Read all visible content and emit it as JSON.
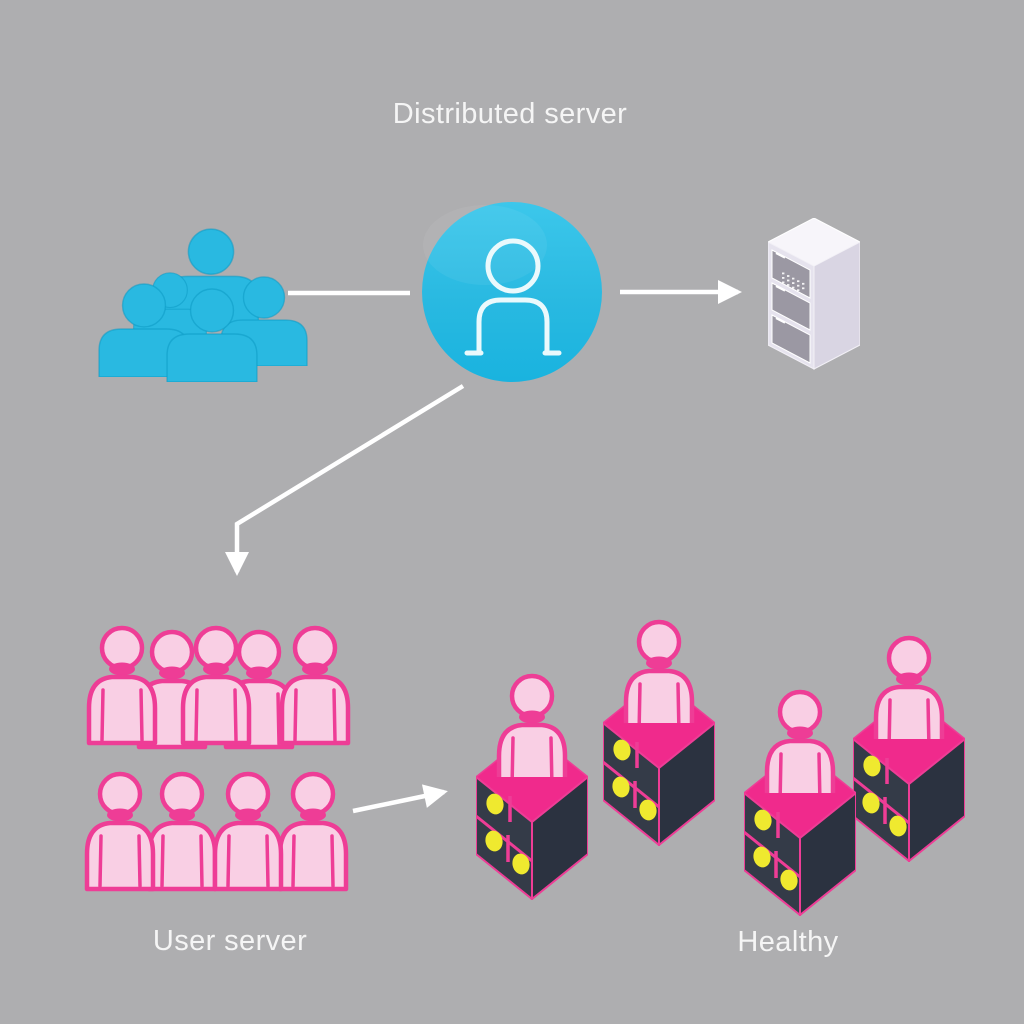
{
  "title": "Distributed server",
  "labels": {
    "user_server": "User server",
    "healthy": "Healthy"
  },
  "colors": {
    "background": "#AEAEB0",
    "text": "#F5F5F5",
    "arrow": "#FFFFFF",
    "cyan": "#29B9E1",
    "cyan_light": "#3CC7EB",
    "cyan_dark": "#19B3DF",
    "cyan_stroke": "#0D9BC4",
    "circle_icon_stroke": "#EAF9FC",
    "pink_fill": "#F9CFE4",
    "magenta": "#EE3D96",
    "cube_top": "#F02A8C",
    "cube_left": "#343B48",
    "cube_right": "#2B3240",
    "yellow": "#EFE92F",
    "rack_top": "#F7F5FA",
    "rack_left": "#E6E3EE",
    "rack_right": "#D9D5E3",
    "rack_panel": "#9B98A3"
  },
  "nodes": {
    "cyan_user_group": {
      "name": "user group",
      "user_count": 5
    },
    "central_user": {
      "name": "distributed server hub"
    },
    "server_rack": {
      "name": "server rack"
    },
    "pink_user_group": {
      "name": "user server group",
      "row1_count": 5,
      "row2_count": 4
    },
    "healthy_server_units": {
      "name": "healthy server units",
      "count": 4
    }
  },
  "arrows": [
    {
      "from": "cyan-user-group",
      "to": "central-user"
    },
    {
      "from": "central-user",
      "to": "server-rack"
    },
    {
      "from": "central-user",
      "to": "pink-user-group"
    },
    {
      "from": "pink-user-group",
      "to": "healthy-server-units"
    }
  ]
}
